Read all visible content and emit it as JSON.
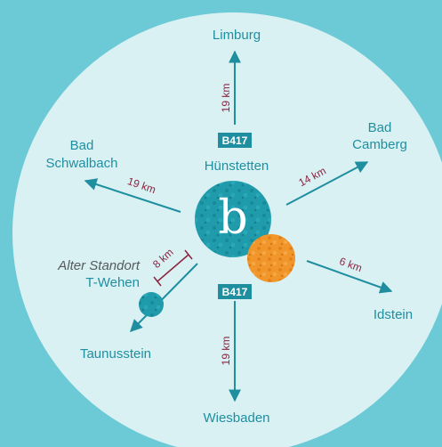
{
  "center": {
    "name": "Hünstetten",
    "logo_letter": "b"
  },
  "road_badges": [
    "B417",
    "B417"
  ],
  "destinations": [
    {
      "id": "limburg",
      "lines": [
        "Limburg"
      ],
      "distance": "19 km"
    },
    {
      "id": "bad-camberg",
      "lines": [
        "Bad",
        "Camberg"
      ],
      "distance": "14 km"
    },
    {
      "id": "idstein",
      "lines": [
        "Idstein"
      ],
      "distance": "6 km"
    },
    {
      "id": "wiesbaden",
      "lines": [
        "Wiesbaden"
      ],
      "distance": "19 km"
    },
    {
      "id": "taunusstein",
      "lines": [
        "Taunusstein"
      ],
      "distance": ""
    },
    {
      "id": "bad-schwalbach",
      "lines": [
        "Bad",
        "Schwalbach"
      ],
      "distance": "19 km"
    }
  ],
  "old_location": {
    "lines": [
      "Alter Standort",
      "T-Wehen"
    ],
    "distance": "8 km"
  },
  "colors": {
    "background": "#6cc9d6",
    "circle": "#d9f1f3",
    "arrow": "#1f8fa0",
    "distance_text": "#8a2440",
    "logo_blue": "#1f9bab",
    "logo_orange": "#f0962a",
    "badge": "#1f8fa0"
  }
}
